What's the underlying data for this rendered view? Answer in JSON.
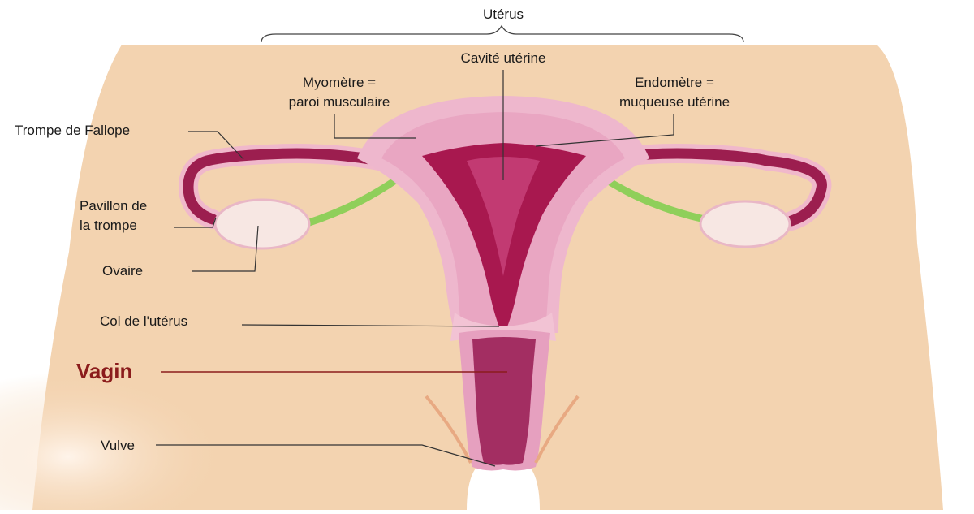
{
  "labels": {
    "uterus": "Utérus",
    "cavite": "Cavité utérine",
    "myometre_1": "Myomètre =",
    "myometre_2": "paroi musculaire",
    "endometre_1": "Endomètre =",
    "endometre_2": "muqueuse utérine",
    "trompe": "Trompe de Fallope",
    "pavillon_1": "Pavillon de",
    "pavillon_2": "la trompe",
    "ovaire": "Ovaire",
    "col": "Col de l'utérus",
    "vagin": "Vagin",
    "vulve": "Vulve"
  },
  "colors": {
    "skin": "#f3d3b0",
    "uterus_outer": "#eeb7cd",
    "uterus_wall": "#e9a6c2",
    "lining": "#a8184f",
    "tube": "#9c1e4f",
    "ovary": "#f7e7e3",
    "ligament": "#8fcf5a",
    "vagina": "#a32e62",
    "vagin_label": "#8b1c1c",
    "leader": "#333333"
  }
}
